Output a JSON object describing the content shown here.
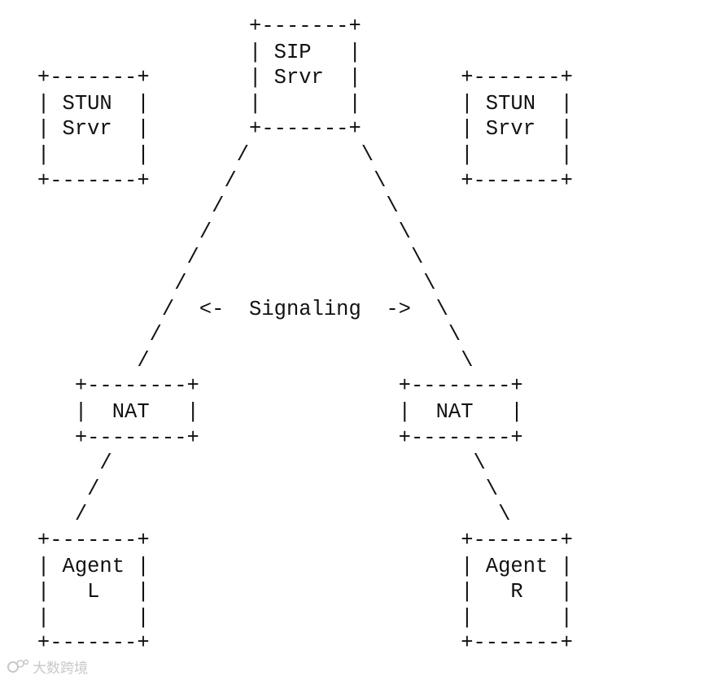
{
  "diagram": {
    "lines": [
      "                ----+-------+",
      "                ----| SIP   |",
      "   +-------+        | Srvr  |        +-------+",
      "   | STUN  |        |       |        | STUN  |",
      "   | Srvr  |        +-------+        | Srvr  |",
      "   |       |       /         \\       |       |",
      "   +-------+      /           \\      +-------+",
      "                 /             \\",
      "                /               \\",
      "               /                 \\",
      "              /                   \\",
      "             /  <-  Signaling  ->  \\",
      "            /                       \\",
      "           /                         \\",
      "      +--------+                +--------+",
      "      |  NAT   |                |  NAT   |",
      "      +--------+                +--------+",
      "        /                             \\",
      "       /                               \\",
      "      /                                 \\",
      "   +-------+                         +-------+",
      "   | Agent |                         | Agent |",
      "   |   L   |                         |   R   |",
      "   |       |                         |       |",
      "   +-------+                         +-------+"
    ]
  },
  "watermark": {
    "text": "大数跨境",
    "icon": "brand-logo-icon"
  }
}
